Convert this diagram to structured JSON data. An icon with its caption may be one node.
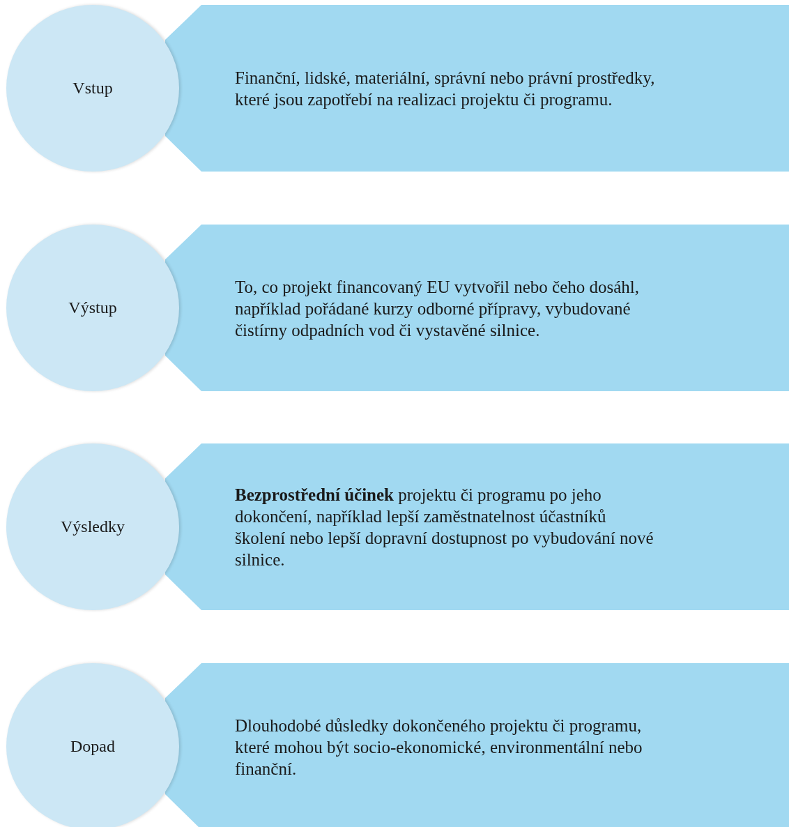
{
  "diagram": {
    "nodes": [
      {
        "text": [
          "Vstup"
        ]
      },
      {
        "text": [
          "Finanční, lidské, materiální, správní nebo právní prostředky, které jsou zapotřebí na realizaci projektu či programu."
        ]
      },
      {
        "text": [
          "Výstup"
        ]
      },
      {
        "text": [
          "To, co projekt financovaný EU vytvořil nebo čeho dosáhl, například pořádané kurzy odborné přípravy, vybudované čistírny odpadních vod či vystavěné silnice."
        ]
      },
      {
        "text": [
          "Výsledky"
        ]
      },
      {
        "text": [
          "**Bezprostřední účinek** projektu či programu po jeho dokončení, například lepší zaměstnatelnost účastníků školení nebo lepší dopravní dostupnost po vybudování nové silnice."
        ]
      },
      {
        "text": [
          "Dopad"
        ]
      },
      {
        "text": [
          "Dlouhodobé důsledky dokončeného projektu či programu, které mohou být socio-ekonomické, environmentální nebo finanční."
        ]
      }
    ],
    "edges": []
  }
}
